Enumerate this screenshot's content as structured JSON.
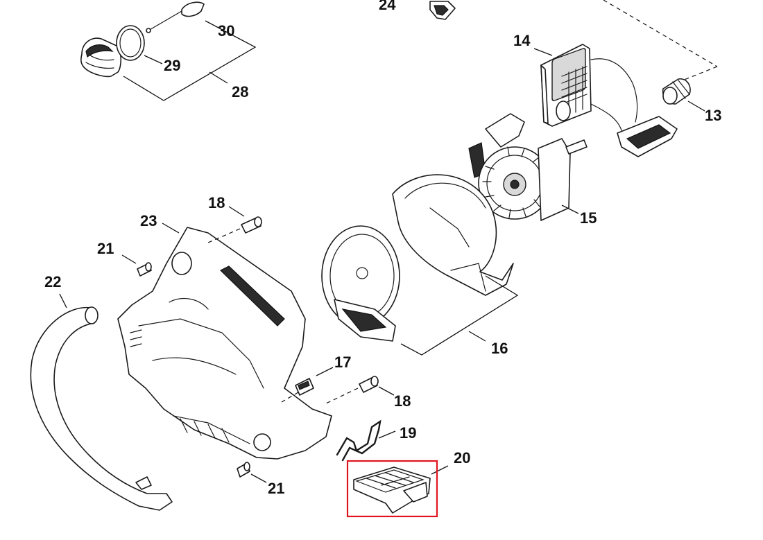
{
  "callouts": [
    {
      "id": "13",
      "text": "13"
    },
    {
      "id": "14",
      "text": "14"
    },
    {
      "id": "15",
      "text": "15"
    },
    {
      "id": "16",
      "text": "16"
    },
    {
      "id": "17",
      "text": "17"
    },
    {
      "id": "18a",
      "text": "18"
    },
    {
      "id": "18b",
      "text": "18"
    },
    {
      "id": "19",
      "text": "19"
    },
    {
      "id": "20",
      "text": "20"
    },
    {
      "id": "21a",
      "text": "21"
    },
    {
      "id": "21b",
      "text": "21"
    },
    {
      "id": "22",
      "text": "22"
    },
    {
      "id": "23",
      "text": "23"
    },
    {
      "id": "24",
      "text": "24"
    },
    {
      "id": "28",
      "text": "28"
    },
    {
      "id": "29",
      "text": "29"
    },
    {
      "id": "30",
      "text": "30"
    }
  ],
  "highlight": {
    "part": "20",
    "color": "#e0141e"
  }
}
